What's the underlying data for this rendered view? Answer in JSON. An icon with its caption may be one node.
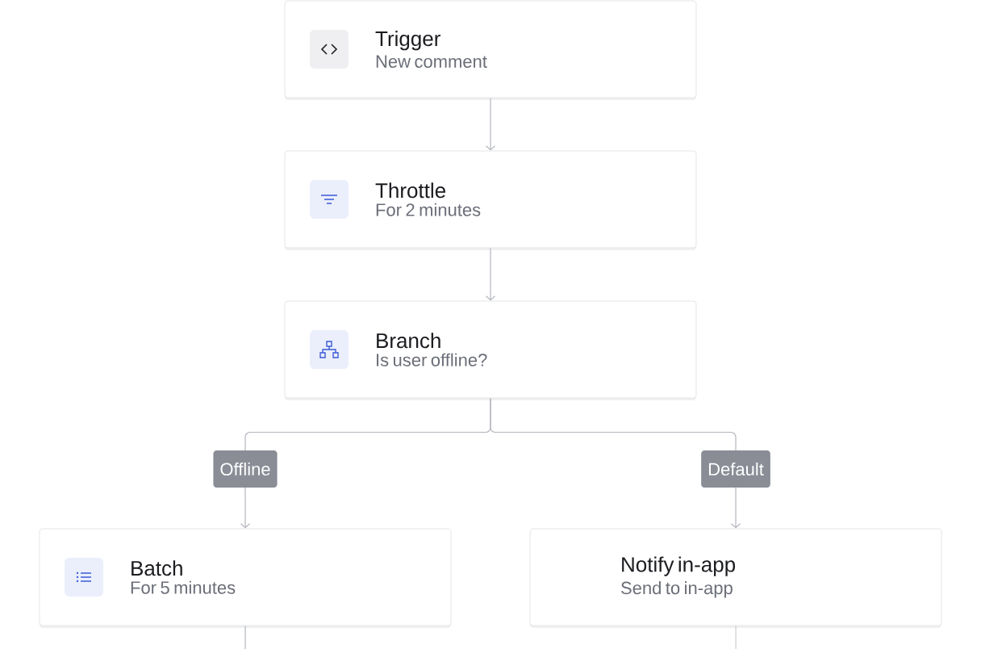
{
  "diagram": {
    "nodes": [
      {
        "text": [
          "Trigger",
          "New comment"
        ]
      },
      {
        "text": [
          "Throttle",
          "For 2 minutes"
        ]
      },
      {
        "text": [
          "Branch",
          "Is user offline?"
        ]
      },
      {
        "text": [
          "Batch",
          "For 5 minutes"
        ]
      },
      {
        "text": [
          "Notify in-app",
          "Send to in-app"
        ]
      }
    ],
    "edges": [
      {
        "from": 0,
        "to": 1,
        "arrow": "to"
      },
      {
        "from": 1,
        "to": 2,
        "arrow": "to"
      },
      {
        "from": 2,
        "to": 3,
        "arrow": "to",
        "label": "Offline"
      },
      {
        "from": 2,
        "to": 4,
        "arrow": "to",
        "label": "Default"
      },
      {
        "from": 3,
        "to": null,
        "arrow": "none"
      },
      {
        "from": 4,
        "to": null,
        "arrow": "none"
      }
    ]
  }
}
